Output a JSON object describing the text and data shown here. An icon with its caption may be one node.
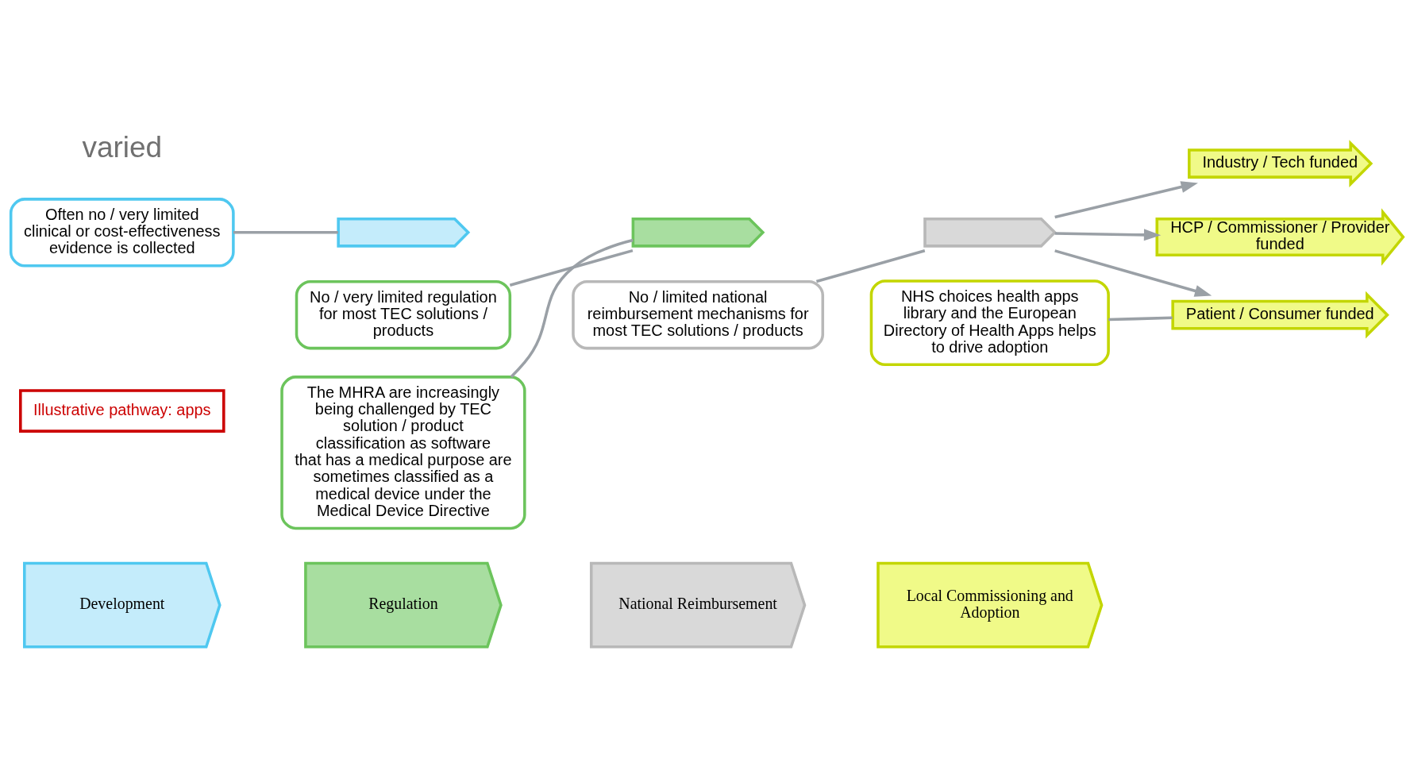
{
  "diagram": {
    "nodes": [
      {
        "text": [
          "Development"
        ]
      },
      {
        "text": [
          "Regulation"
        ]
      },
      {
        "text": [
          "National Reimbursement"
        ]
      },
      {
        "text": [
          "Local Commissioning and Adoption"
        ]
      },
      {
        "text": [
          "Illustrative pathway: apps"
        ]
      },
      {
        "text": [
          "Often no / very limited clinical or cost-effectiveness evidence is collected"
        ]
      },
      {
        "text": [
          "No / very limited regulation for most TEC solutions / products"
        ]
      },
      {
        "text": [],
        "shape": "bar"
      },
      {
        "text": [],
        "shape": "bar"
      },
      {
        "text": [],
        "shape": "bar"
      },
      {
        "text": [
          "The MHRA are increasingly being challenged by TEC solution / product classification as software that has a medical purpose are sometimes classified as a medical device under the Medical Device Directive"
        ]
      },
      {
        "text": [
          "No / limited national reimbursement mechanisms for most TEC solutions / products"
        ]
      },
      {
        "text": [
          "Industry / Tech funded"
        ]
      },
      {
        "text": [
          "HCP / Commissioner / Provider funded"
        ]
      },
      {
        "text": [
          "Patient / Consumer funded"
        ]
      },
      {
        "text": [
          "NHS choices health apps library and the European Directory of Health Apps helps to drive adoption"
        ]
      }
    ],
    "edges": [
      {
        "from": 9,
        "to": 12,
        "arrow": "to"
      },
      {
        "from": 9,
        "to": 13,
        "arrow": "to"
      },
      {
        "from": 9,
        "to": 14,
        "arrow": "to"
      },
      {
        "from": 5,
        "to": 7,
        "arrow": "none"
      },
      {
        "from": 6,
        "to": 8,
        "arrow": "none"
      },
      {
        "from": 10,
        "to": 8,
        "arrow": "none"
      },
      {
        "from": 11,
        "to": 9,
        "arrow": "none"
      },
      {
        "from": 15,
        "to": 14,
        "arrow": "none"
      }
    ],
    "labels": [
      "varied"
    ]
  }
}
